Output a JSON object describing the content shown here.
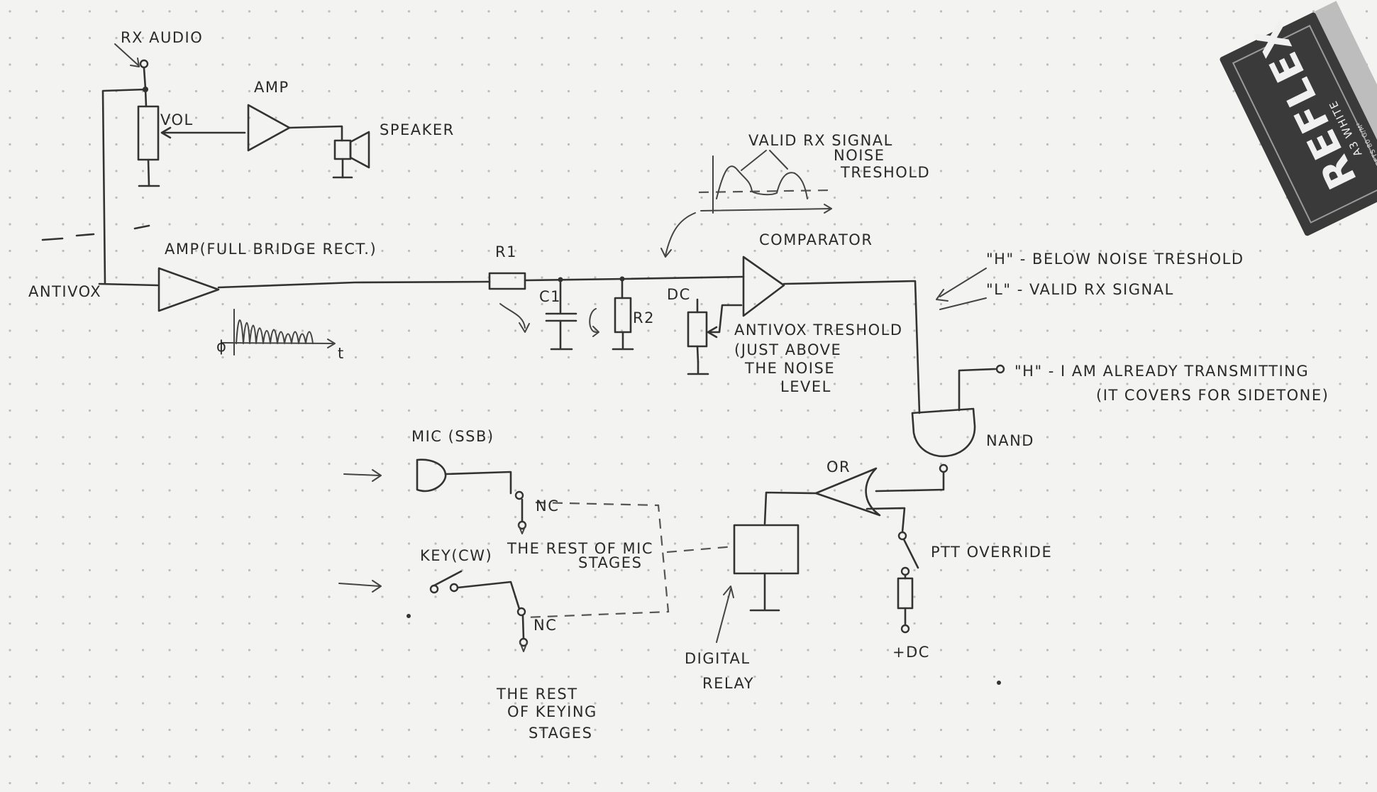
{
  "labels": {
    "rx_audio": "RX AUDIO",
    "vol": "VOL",
    "amp": "AMP",
    "speaker": "SPEAKER",
    "amp_full_bridge": "AMP(FULL BRIDGE RECT.)",
    "antivox": "ANTIVOX",
    "r1": "R1",
    "c1": "C1",
    "r2": "R2",
    "dc": "DC",
    "comparator": "COMPARATOR",
    "antivox_threshold": [
      "ANTIVOX TRESHOLD",
      "(JUST ABOVE",
      "THE NOISE",
      "LEVEL"
    ],
    "valid_rx_signal": "VALID RX SIGNAL",
    "noise_threshold": [
      "NOISE",
      "TRESHOLD"
    ],
    "waveform_t": "t",
    "waveform_origin": "ϕ",
    "h_below": "\"H\" - BELOW NOISE TRESHOLD",
    "l_valid": "\"L\" - VALID RX SIGNAL",
    "h_transmitting": "\"H\" - I AM ALREADY TRANSMITTING",
    "covers_sidetone": "(IT COVERS FOR SIDETONE)",
    "nand": "NAND",
    "or": "OR",
    "mic": "MIC (SSB)",
    "nc": "NC",
    "rest_mic": [
      "THE REST OF MIC",
      "STAGES"
    ],
    "key": "KEY(CW)",
    "rest_keying": [
      "THE REST",
      "OF KEYING",
      "STAGES"
    ],
    "digital_relay": [
      "DIGITAL",
      "RELAY"
    ],
    "ptt_override": "PTT OVERRIDE",
    "plus_dc": "+DC"
  },
  "box": {
    "brand": "REFLEX",
    "subtitle": "A3 WHITE",
    "fine": "100 SHEETS 80 G/M²"
  },
  "colors": {
    "paper": "#f3f3f1",
    "ink": "#333333",
    "box_dark": "#3a3a3a",
    "box_text": "#f0f0f0"
  }
}
